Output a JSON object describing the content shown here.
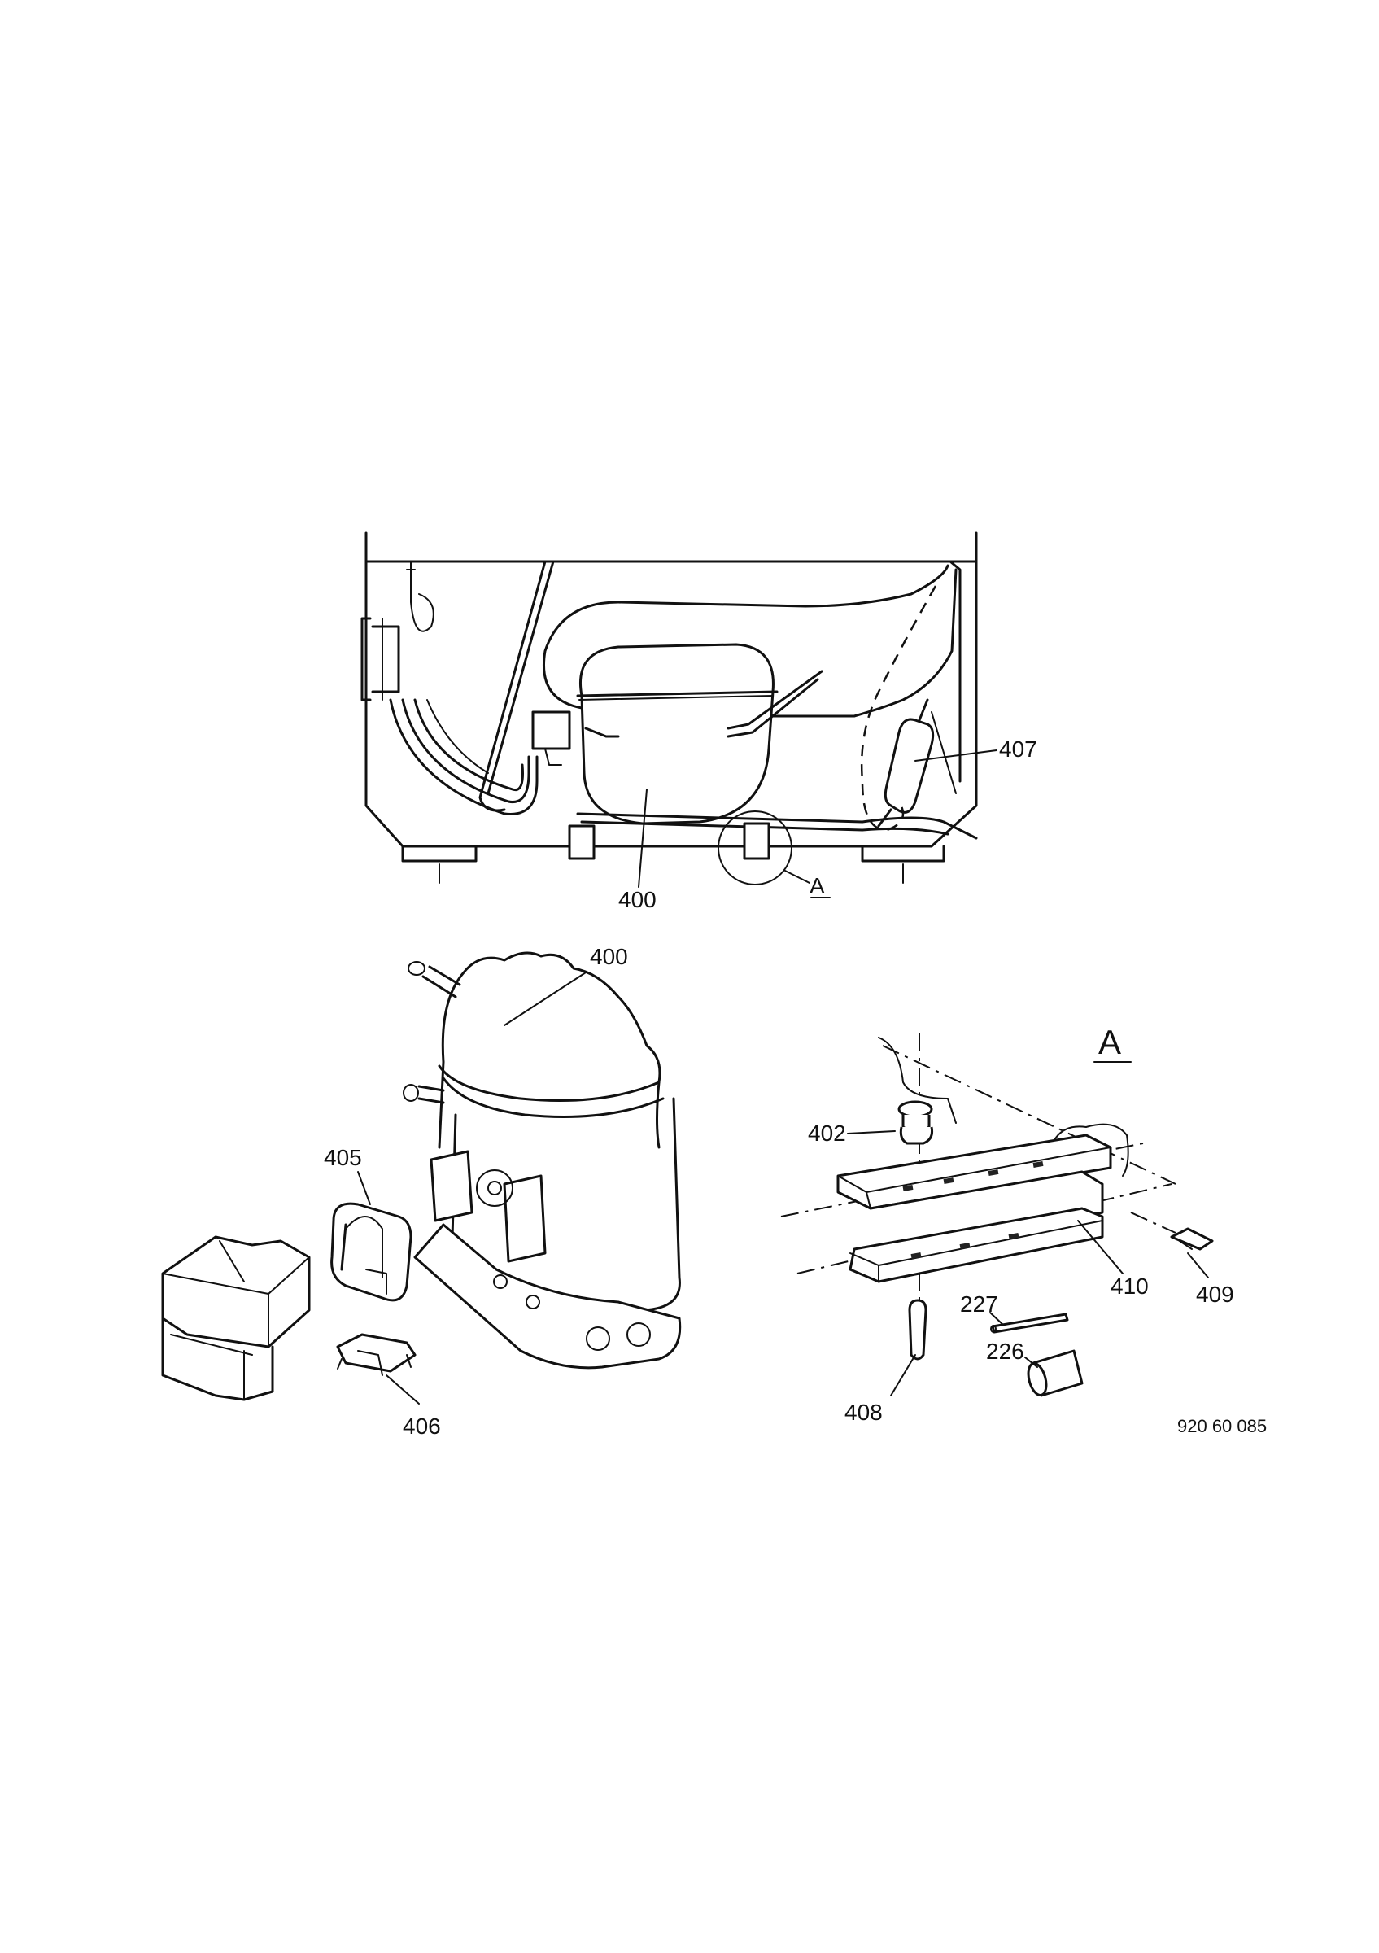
{
  "labels": {
    "top_400": "400",
    "top_407": "407",
    "top_A": "A",
    "compressor_400": "400",
    "part_405": "405",
    "part_406": "406",
    "detail_A": "A",
    "part_402": "402",
    "part_410": "410",
    "part_409": "409",
    "part_227": "227",
    "part_226": "226",
    "part_408": "408"
  },
  "drawing_code": "920 60 085"
}
